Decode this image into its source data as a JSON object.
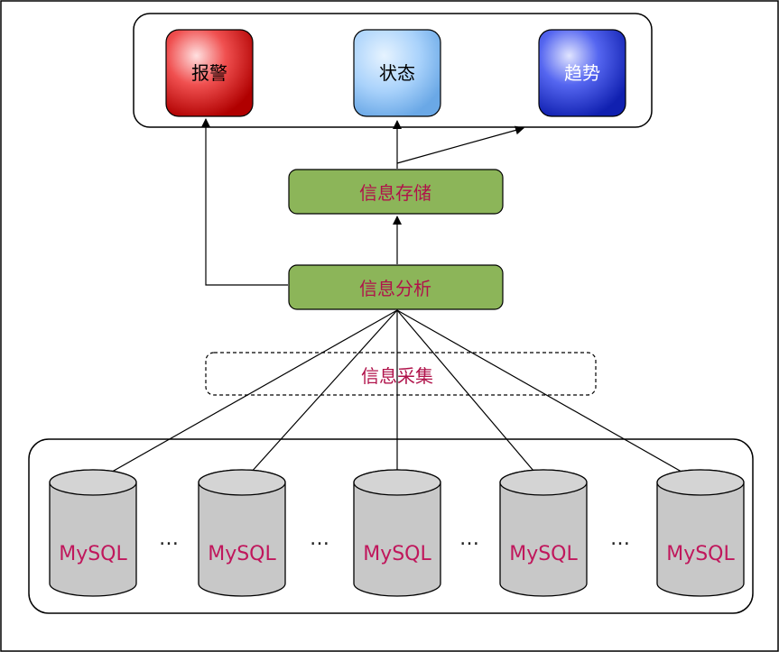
{
  "outputs": [
    {
      "id": "alarm",
      "label": "报警",
      "color": "#e02020"
    },
    {
      "id": "status",
      "label": "状态",
      "color": "#7cb8ee"
    },
    {
      "id": "trend",
      "label": "趋势",
      "color": "#2f3ee0"
    }
  ],
  "storage": {
    "label": "信息存储"
  },
  "analysis": {
    "label": "信息分析"
  },
  "collection": {
    "label": "信息采集"
  },
  "databases": [
    {
      "label": "MySQL"
    },
    {
      "label": "MySQL"
    },
    {
      "label": "MySQL"
    },
    {
      "label": "MySQL"
    },
    {
      "label": "MySQL"
    }
  ],
  "ellipsis": "…",
  "colors": {
    "green_box": "#8cb559",
    "label_text": "#b0124a",
    "db_fill": "#c8c8c8"
  }
}
